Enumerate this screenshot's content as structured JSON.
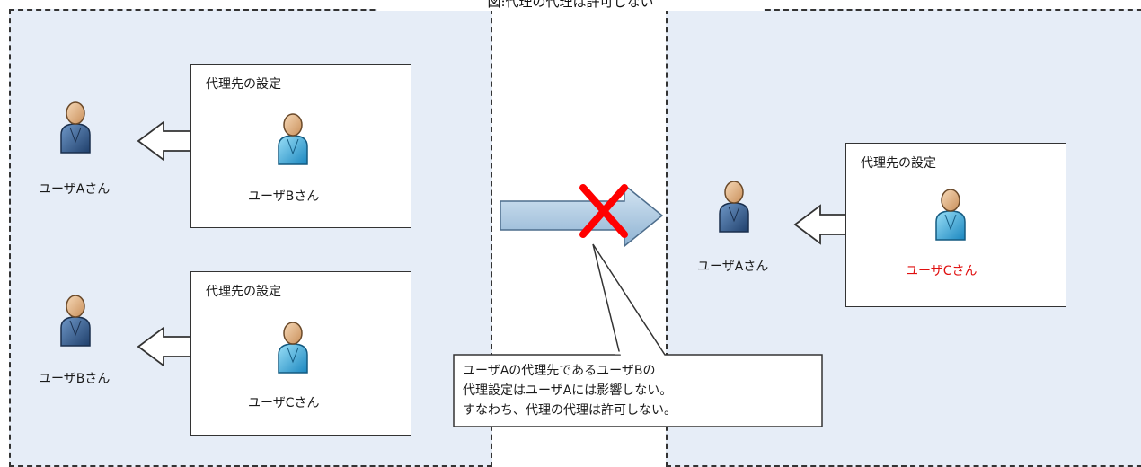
{
  "caption": "図:代理の代理は許可しない",
  "left_top": {
    "user_label": "ユーザAさん",
    "box_title": "代理先の設定",
    "delegate_label": "ユーザBさん"
  },
  "left_bottom": {
    "user_label": "ユーザBさん",
    "box_title": "代理先の設定",
    "delegate_label": "ユーザCさん"
  },
  "right": {
    "user_label": "ユーザAさん",
    "box_title": "代理先の設定",
    "delegate_label": "ユーザCさん"
  },
  "callout_lines": [
    "ユーザAの代理先であるユーザBの",
    "代理設定はユーザAには影響しない。",
    "すなわち、代理の代理は許可しない。"
  ],
  "colors": {
    "panel_bg": "#e6edf7",
    "user_dark": "#2f5d95",
    "user_light": "#38a7dc",
    "red_text": "#e01010",
    "cross": "#ff0000"
  },
  "icons": [
    "user-person-icon",
    "left-hollow-arrow-icon",
    "right-block-arrow-icon",
    "red-cross-icon"
  ]
}
